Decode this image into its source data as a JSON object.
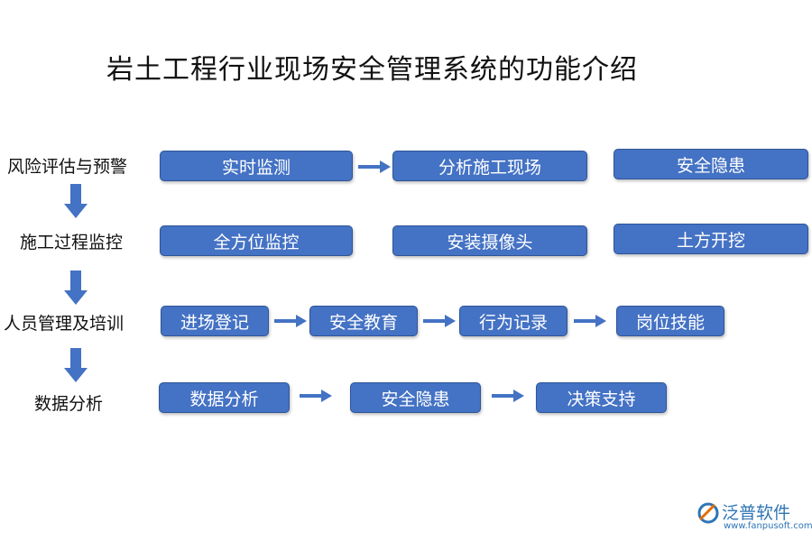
{
  "title": "岩土工程行业现场安全管理系统的功能介绍",
  "sections": [
    {
      "label": "风险评估与预警",
      "items": [
        "实时监测",
        "分析施工现场",
        "安全隐患"
      ]
    },
    {
      "label": "施工过程监控",
      "items": [
        "全方位监控",
        "安装摄像头",
        "土方开挖"
      ]
    },
    {
      "label": "人员管理及培训",
      "items": [
        "进场登记",
        "安全教育",
        "行为记录",
        "岗位技能"
      ]
    },
    {
      "label": "数据分析",
      "items": [
        "数据分析",
        "安全隐患",
        "决策支持"
      ]
    }
  ],
  "logo": {
    "name": "泛普软件",
    "url": "www.fanpusoft.com"
  },
  "colors": {
    "box_fill": "#4472c4",
    "box_border": "#2f5597",
    "arrow": "#4472c4",
    "logo": "#2e75b6"
  }
}
